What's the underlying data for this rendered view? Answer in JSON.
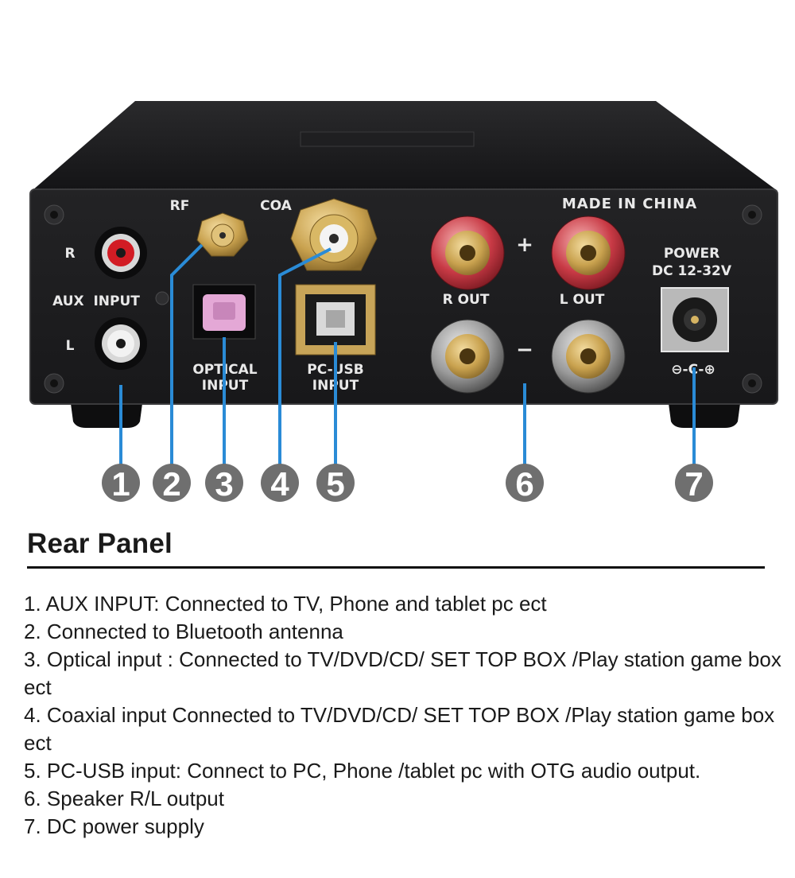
{
  "panel": {
    "labels": {
      "rf": "RF",
      "coa": "COA",
      "made_in": "MADE IN CHINA",
      "r": "R",
      "l": "L",
      "aux_input": "AUX  INPUT",
      "optical_1": "OPTICAL",
      "optical_2": "INPUT",
      "pcusb_1": "PC-USB",
      "pcusb_2": "INPUT",
      "plus": "+",
      "minus": "−",
      "r_out": "R OUT",
      "l_out": "L OUT",
      "power_1": "POWER",
      "power_2": "DC 12-32V",
      "polarity": "⊖-C-⊕"
    },
    "callouts": [
      "1",
      "2",
      "3",
      "4",
      "5",
      "6",
      "7"
    ],
    "callout_color": "#2a8bd6",
    "circle_color": "#6f6f6f"
  },
  "section": {
    "title": "Rear Panel",
    "items": [
      "1. AUX INPUT: Connected to TV, Phone and tablet pc ect",
      "2. Connected to Bluetooth antenna",
      "3. Optical input : Connected to TV/DVD/CD/ SET TOP BOX /Play station game box ect",
      "4. Coaxial input Connected to TV/DVD/CD/ SET TOP BOX /Play station game box ect",
      "5. PC-USB input: Connect to PC, Phone /tablet pc with OTG audio output.",
      "6. Speaker R/L output",
      "7. DC power supply"
    ]
  }
}
